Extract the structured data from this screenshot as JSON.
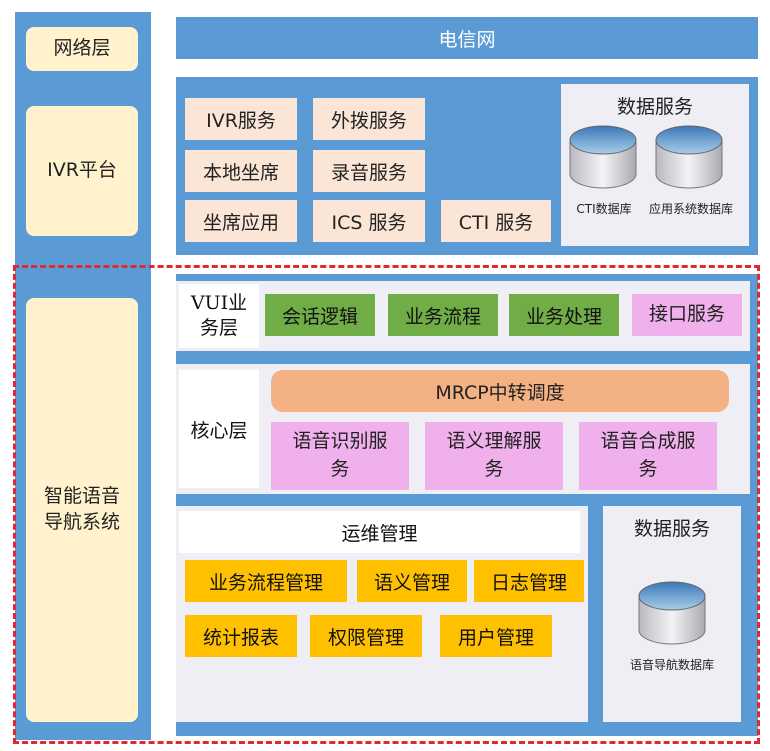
{
  "left": {
    "network_layer": "网络层",
    "ivr_platform": "IVR平台",
    "intelligent_nav": "智能语音导航系统"
  },
  "telecom": "电信网",
  "ivr_services": {
    "ivr": "IVR服务",
    "outbound": "外拨服务",
    "local_agent": "本地坐席",
    "recording": "录音服务",
    "agent_app": "坐席应用",
    "ics": "ICS 服务",
    "cti": "CTI 服务"
  },
  "data_service_top": {
    "title": "数据服务",
    "db1": "CTI数据库",
    "db2": "应用系统数据库"
  },
  "vui": {
    "label": "VUI业务层",
    "items": [
      "会话逻辑",
      "业务流程",
      "业务处理",
      "接口服务"
    ]
  },
  "core": {
    "label": "核心层",
    "mrcp": "MRCP中转调度",
    "items": [
      "语音识别服务",
      "语义理解服务",
      "语音合成服务"
    ]
  },
  "ops": {
    "title": "运维管理",
    "items": [
      "业务流程管理",
      "语义管理",
      "日志管理",
      "统计报表",
      "权限管理",
      "用户管理"
    ]
  },
  "data_service_bottom": {
    "title": "数据服务",
    "db": "语音导航数据库"
  },
  "colors": {
    "blue": "#5b9bd5",
    "cream": "#fff2cc",
    "peach": "#fbe5d6",
    "green": "#70ad47",
    "violet": "#f0b0ec",
    "orange": "#f4b183",
    "gold": "#ffc000",
    "dash": "#e0282e"
  }
}
